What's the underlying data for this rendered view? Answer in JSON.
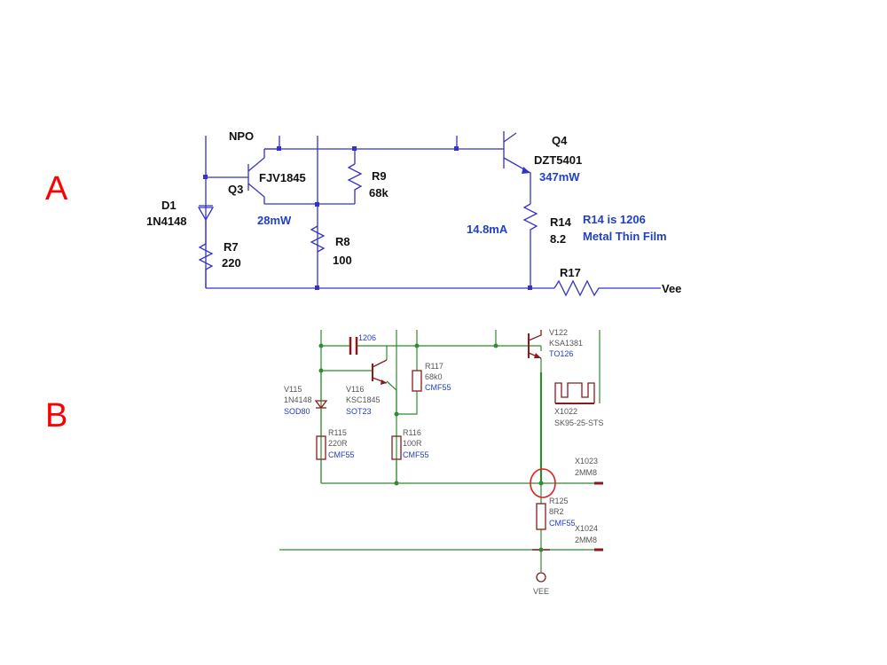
{
  "panels": {
    "a_label": "A",
    "b_label": "B"
  },
  "schematic_a": {
    "partial_top_label": "NPO",
    "q4": {
      "ref": "Q4",
      "part": "DZT5401",
      "power": "347mW"
    },
    "q3": {
      "ref": "Q3",
      "part": "FJV1845",
      "power": "28mW"
    },
    "r9": {
      "ref": "R9",
      "value": "68k"
    },
    "d1": {
      "ref": "D1",
      "part": "1N4148"
    },
    "r7": {
      "ref": "R7",
      "value": "220"
    },
    "r8": {
      "ref": "R8",
      "value": "100"
    },
    "r14": {
      "ref": "R14",
      "value": "8.2",
      "current": "14.8mA"
    },
    "r14_note": [
      "R14 is 1206",
      "Metal Thin Film"
    ],
    "r17": {
      "ref": "R17"
    },
    "net_vee": "Vee",
    "wire_color": "#3333cc"
  },
  "schematic_b": {
    "cap_pkg": "1206",
    "v122": {
      "ref": "V122",
      "part": "KSA1381",
      "pkg": "TO126"
    },
    "r117": {
      "ref": "R117",
      "value": "68k0",
      "pkg": "CMF55"
    },
    "v115": {
      "ref": "V115",
      "part": "1N4148",
      "pkg": "SOD80"
    },
    "v116": {
      "ref": "V116",
      "part": "KSC1845",
      "pkg": "SOT23"
    },
    "x1022": {
      "ref": "X1022",
      "part": "SK95-25-STS"
    },
    "r115": {
      "ref": "R115",
      "value": "220R",
      "pkg": "CMF55"
    },
    "r116": {
      "ref": "R116",
      "value": "100R",
      "pkg": "CMF55"
    },
    "x1023": {
      "ref": "X1023",
      "part": "2MM8"
    },
    "r125": {
      "ref": "R125",
      "value": "8R2",
      "pkg": "CMF55"
    },
    "x1024": {
      "ref": "X1024",
      "part": "2MM8"
    },
    "net_vee": "VEE",
    "wire_color": "#2e8b2e",
    "component_color": "#8b1a1a",
    "highlight_color": "#e02020"
  }
}
